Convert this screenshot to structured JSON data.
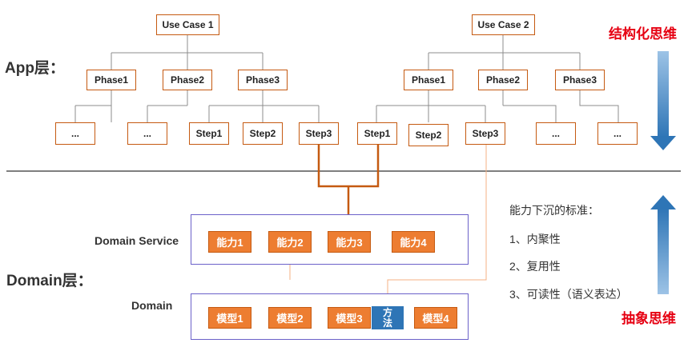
{
  "layers": {
    "app": "App层：",
    "domain": "Domain层："
  },
  "side_labels": {
    "top": "结构化思维",
    "bottom": "抽象思维"
  },
  "use_cases": [
    "Use Case 1",
    "Use Case 2"
  ],
  "phases_left": [
    "Phase1",
    "Phase2",
    "Phase3"
  ],
  "phases_right": [
    "Phase1",
    "Phase2",
    "Phase3"
  ],
  "steps": [
    "...",
    "...",
    "Step1",
    "Step2",
    "Step3",
    "Step1",
    "Step2",
    "Step3",
    "...",
    "..."
  ],
  "domain_service": {
    "label": "Domain Service",
    "items": [
      "能力1",
      "能力2",
      "能力3",
      "能力4"
    ]
  },
  "domain": {
    "label": "Domain",
    "items": [
      "模型1",
      "模型2",
      "模型3",
      "模型4"
    ],
    "method": [
      "方",
      "法"
    ]
  },
  "criteria": {
    "title": "能力下沉的标准：",
    "items": [
      "1、内聚性",
      "2、复用性",
      "3、可读性（语义表达）"
    ]
  },
  "colors": {
    "orange": "#ed7d31",
    "orange_border": "#c55a11",
    "blue": "#2e75b6",
    "red": "#e60012",
    "frame": "#6b61c9"
  }
}
